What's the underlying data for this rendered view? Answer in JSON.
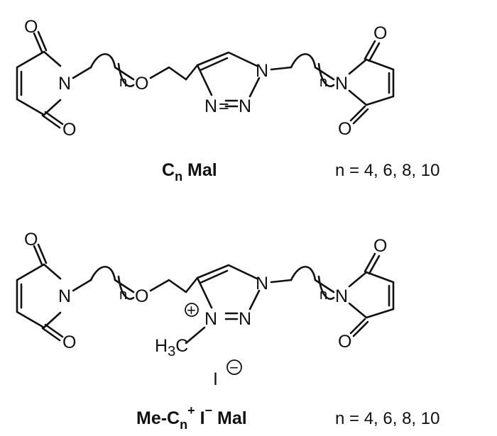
{
  "atoms": {
    "O": "O",
    "N": "N",
    "n": "n",
    "H3C_H": "H",
    "H3C_3": "3",
    "H3C_C": "C",
    "I": "I"
  },
  "charges": {
    "plus": "+",
    "minus": "−"
  },
  "compound1": {
    "name_main": "C",
    "name_sub": "n",
    "name_suffix": " Mal",
    "n_values": "n = 4, 6, 8, 10"
  },
  "compound2": {
    "name_prefix": "Me-C",
    "name_sub": "n",
    "name_sup": "+",
    "name_anion": " I",
    "name_anion_sup": "−",
    "name_suffix": " Mal",
    "n_values": "n = 4, 6, 8, 10"
  }
}
